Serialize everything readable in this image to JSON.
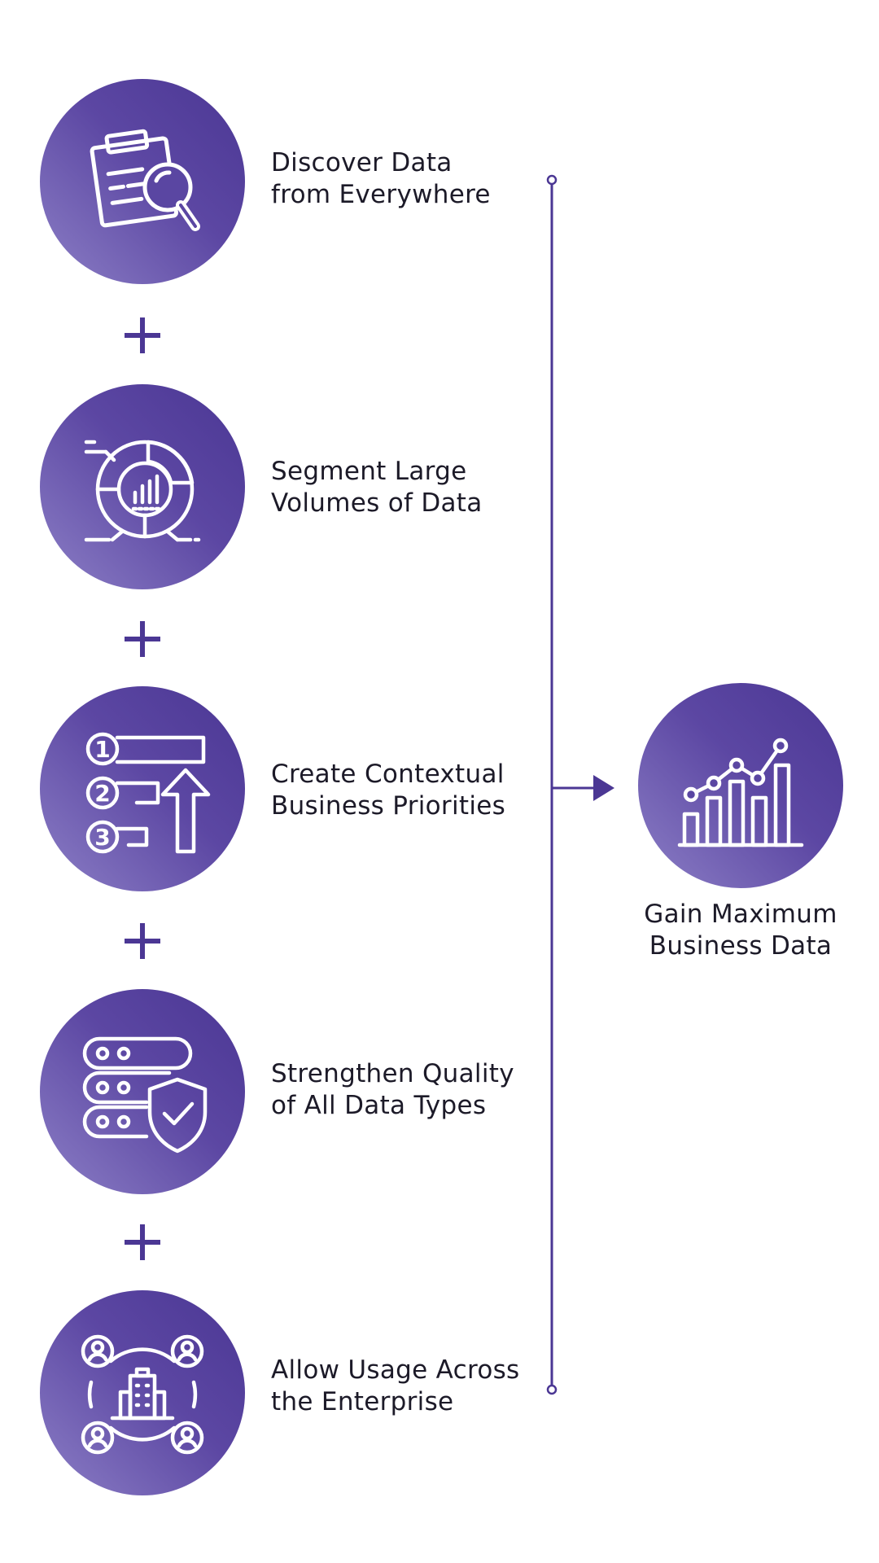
{
  "steps": [
    {
      "label": "Discover Data\nfrom Everywhere",
      "icon": "clipboard-search-icon"
    },
    {
      "label": "Segment Large\nVolumes of Data",
      "icon": "segment-chart-icon"
    },
    {
      "label": "Create Contextual\nBusiness Priorities",
      "icon": "priority-list-icon"
    },
    {
      "label": "Strengthen Quality\nof All Data Types",
      "icon": "database-shield-icon"
    },
    {
      "label": "Allow Usage Across\nthe Enterprise",
      "icon": "enterprise-users-icon"
    }
  ],
  "result": {
    "label": "Gain Maximum\nBusiness Data",
    "icon": "growth-chart-icon"
  },
  "colors": {
    "accent": "#4b3794",
    "gradient_light": "#8c7fc6"
  }
}
